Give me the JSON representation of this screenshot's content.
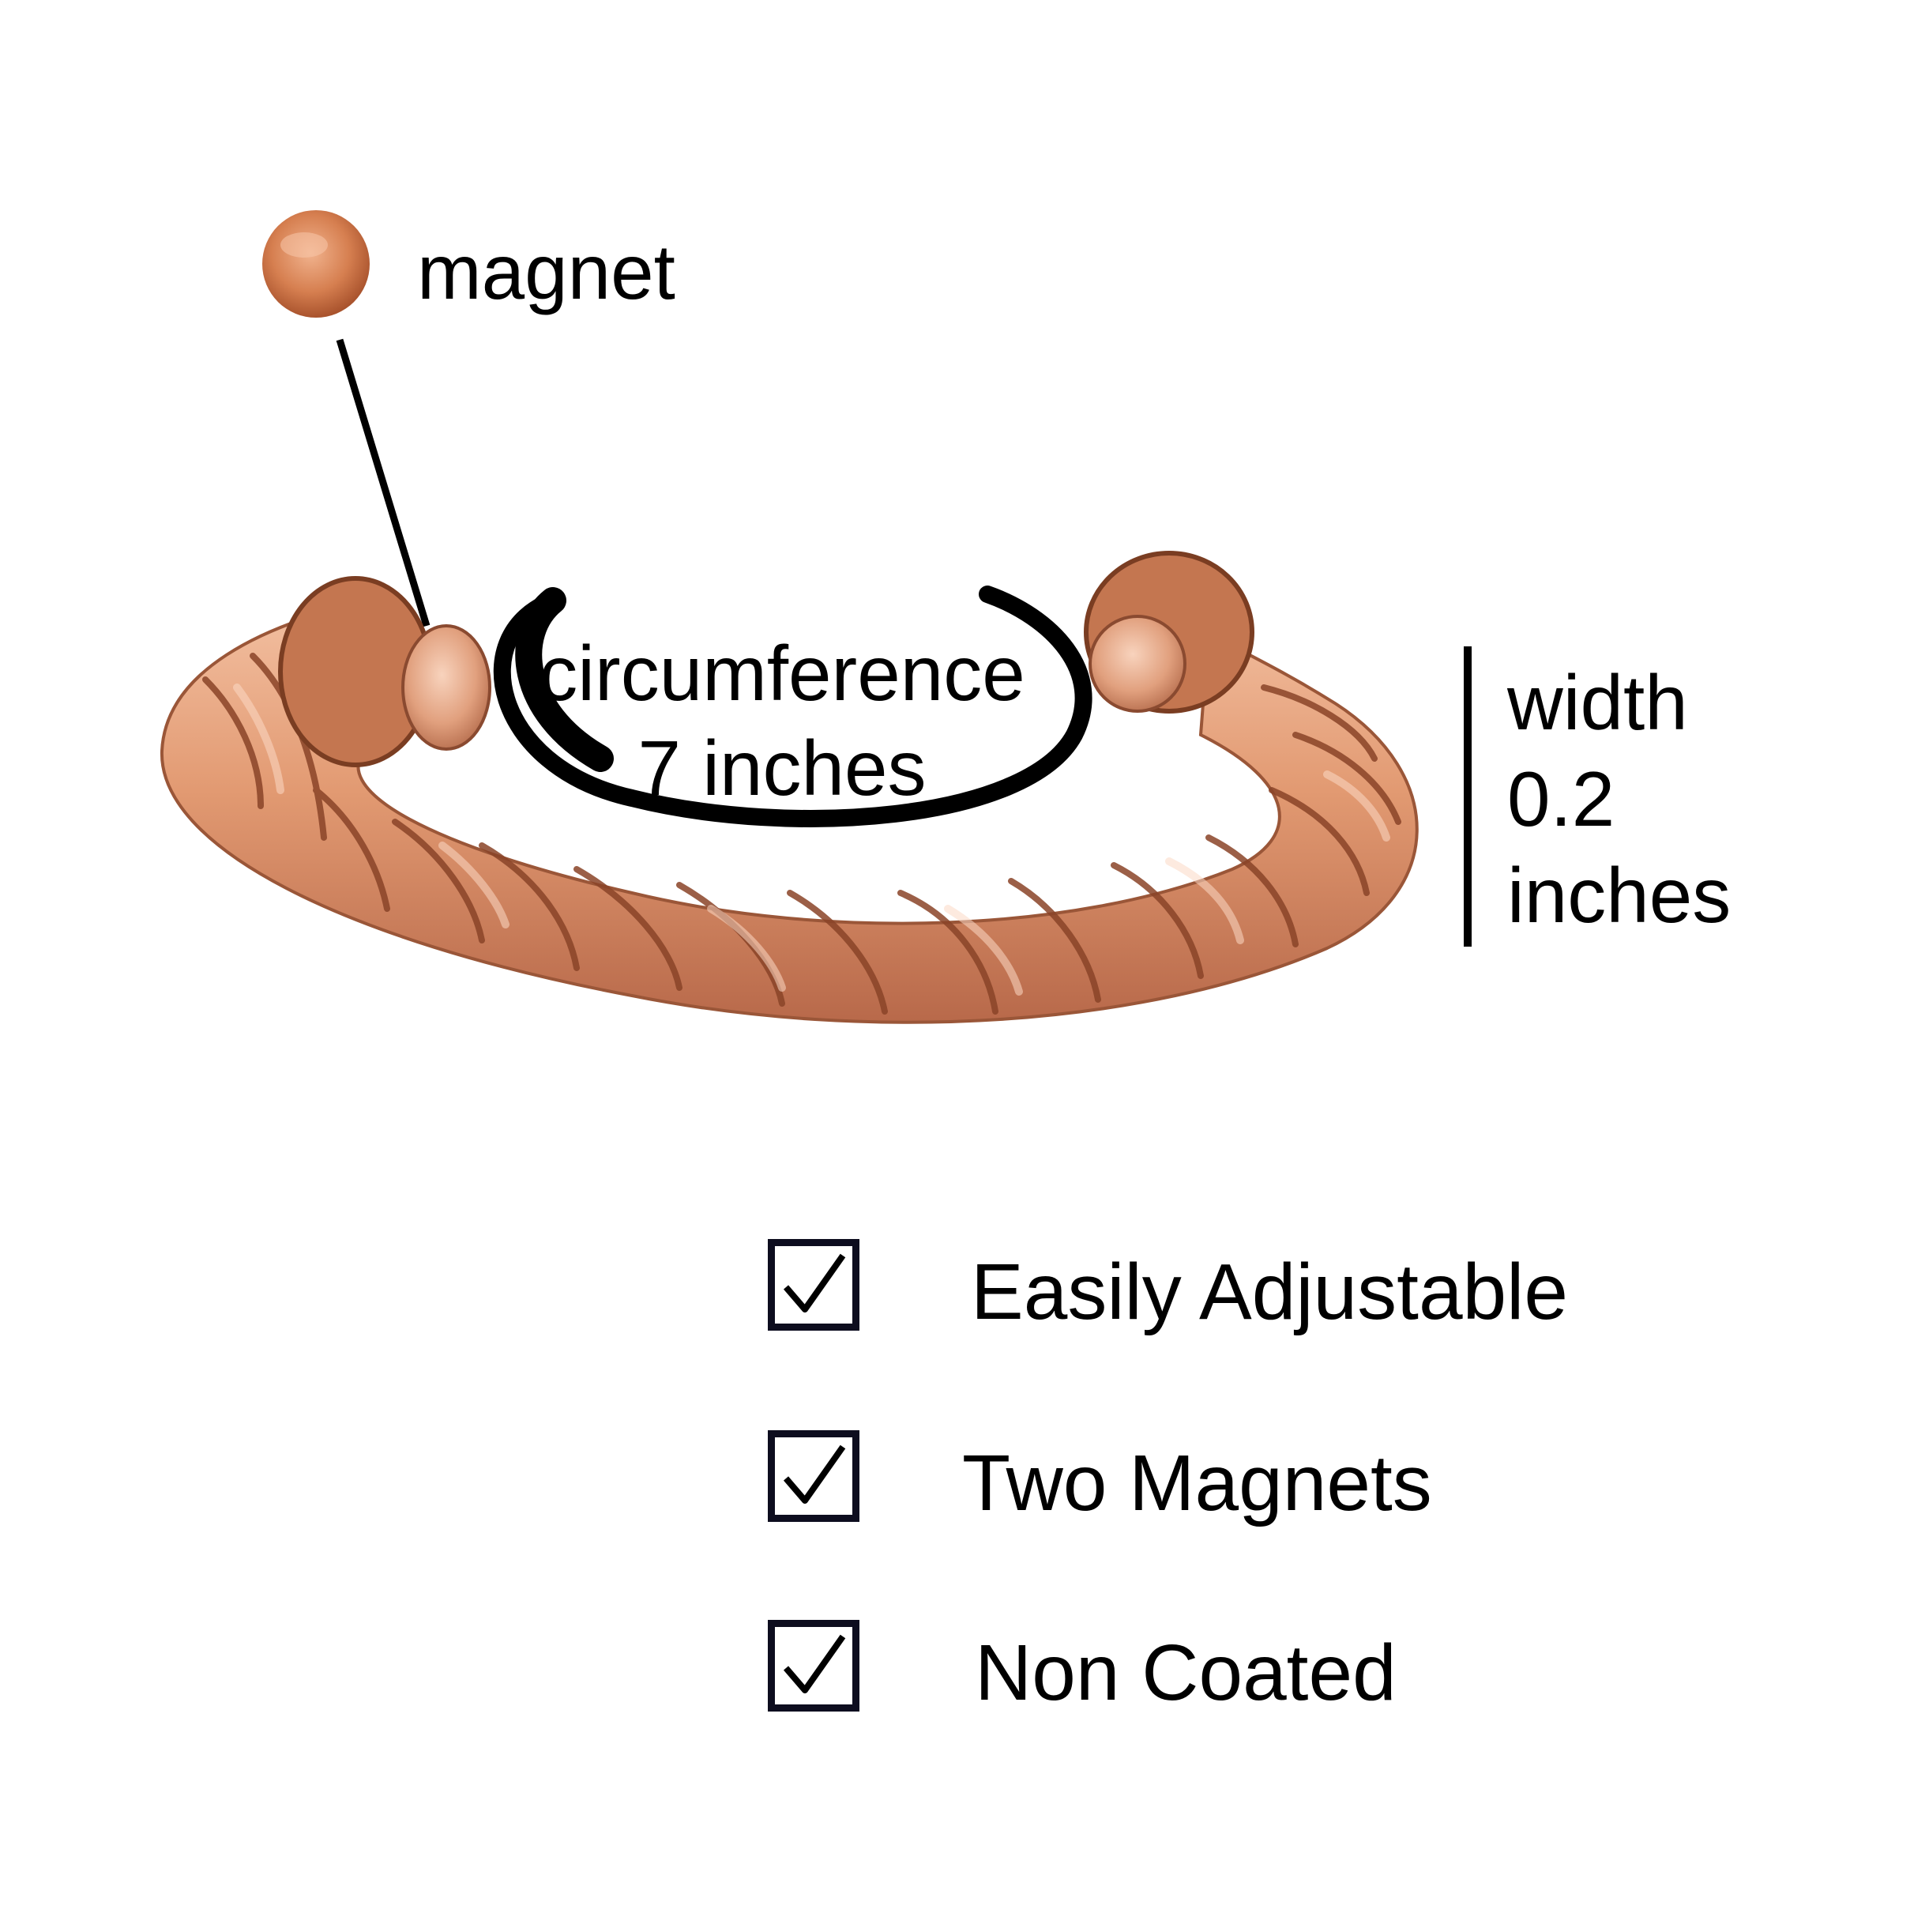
{
  "labels": {
    "magnet": "magnet",
    "circumference_line1": "circumference",
    "circumference_line2": "7 inches",
    "width_line1": "width",
    "width_line2": "0.2",
    "width_line3": "inches"
  },
  "features": [
    {
      "text": "Easily Adjustable",
      "checked": true,
      "icon": "check-icon"
    },
    {
      "text": "Two Magnets",
      "checked": true,
      "icon": "check-icon"
    },
    {
      "text": "Non Coated",
      "checked": true,
      "icon": "check-icon"
    }
  ],
  "colors": {
    "copper": "#d98a62",
    "copper_light": "#f0b596",
    "copper_dark": "#8a4a30",
    "ink": "#000000",
    "checkbox_border": "#0d0d1f"
  }
}
